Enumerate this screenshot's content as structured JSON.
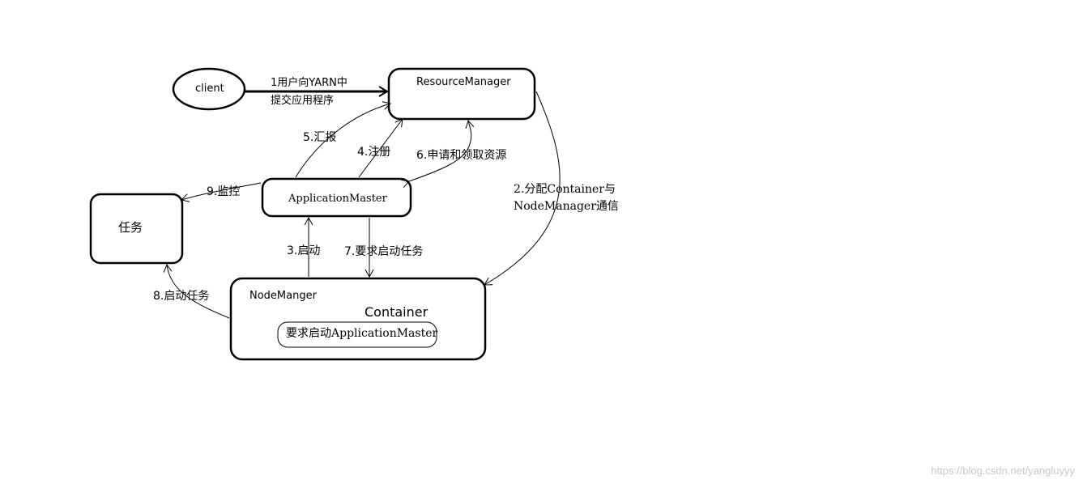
{
  "nodes": {
    "client": "client",
    "resource_manager": "ResourceManager",
    "application_master": "ApplicationMaster",
    "task": "任务",
    "node_manager": "NodeManger",
    "container": "Container",
    "container_inner": "要求启动ApplicationMaster"
  },
  "edges": {
    "e1_line1": "1用户向YARN中",
    "e1_line2": "提交应用程序",
    "e2_line1": "2.分配Container与",
    "e2_line2": "NodeManager通信",
    "e3": "3.启动",
    "e4": "4.注册",
    "e5": "5.汇报",
    "e6": "6.申请和领取资源",
    "e7": "7.要求启动任务",
    "e8": "8.启动任务",
    "e9": "9.监控"
  },
  "watermark": "https://blog.csdn.net/yangluyyy"
}
